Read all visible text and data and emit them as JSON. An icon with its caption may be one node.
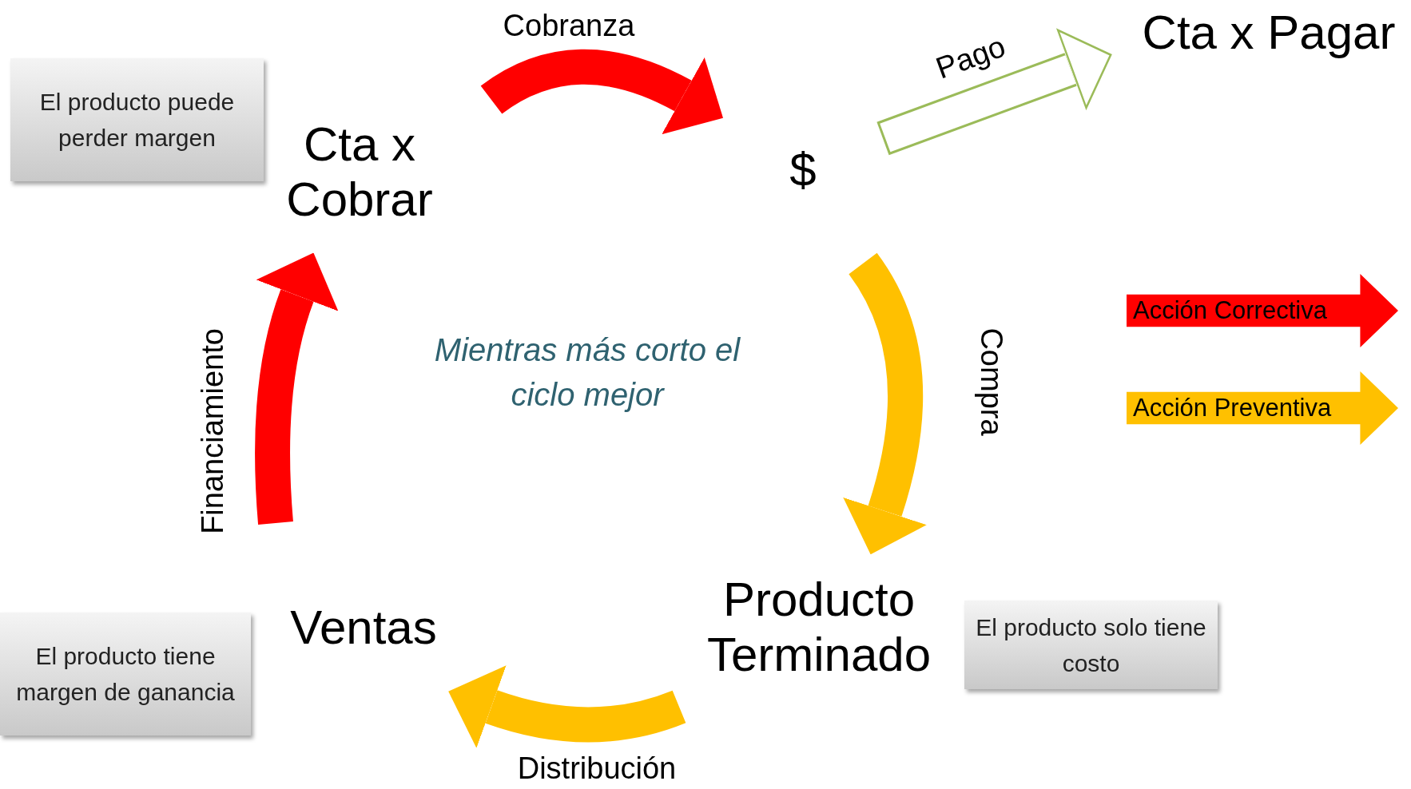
{
  "diagram": {
    "nodes": [
      {
        "text": [
          "Cta x Cobrar"
        ]
      },
      {
        "text": [
          "$"
        ]
      },
      {
        "text": [
          "Cta x Pagar"
        ]
      },
      {
        "text": [
          "Producto Terminado"
        ]
      },
      {
        "text": [
          "Ventas"
        ]
      },
      {
        "text": [
          "El producto puede perder margen"
        ]
      },
      {
        "text": [
          "El producto tiene margen de ganancia"
        ]
      },
      {
        "text": [
          "El producto solo tiene costo"
        ]
      }
    ],
    "edges": [
      {
        "from": 0,
        "to": 1,
        "arrow": "to",
        "label": "Cobranza",
        "color": "#ff0000"
      },
      {
        "from": 1,
        "to": 2,
        "arrow": "to",
        "label": "Pago",
        "color": "#9bbb59"
      },
      {
        "from": 1,
        "to": 3,
        "arrow": "to",
        "label": "Compra",
        "color": "#ffc000"
      },
      {
        "from": 3,
        "to": 4,
        "arrow": "to",
        "label": "Distribución",
        "color": "#ffc000"
      },
      {
        "from": 4,
        "to": 0,
        "arrow": "to",
        "label": "Financiamiento",
        "color": "#ff0000"
      }
    ],
    "labels": [
      "Mientras más corto el ciclo mejor"
    ],
    "legend": [
      {
        "text": "Acción Correctiva",
        "color": "#ff0000"
      },
      {
        "text": "Acción Preventiva",
        "color": "#ffc000"
      }
    ]
  }
}
